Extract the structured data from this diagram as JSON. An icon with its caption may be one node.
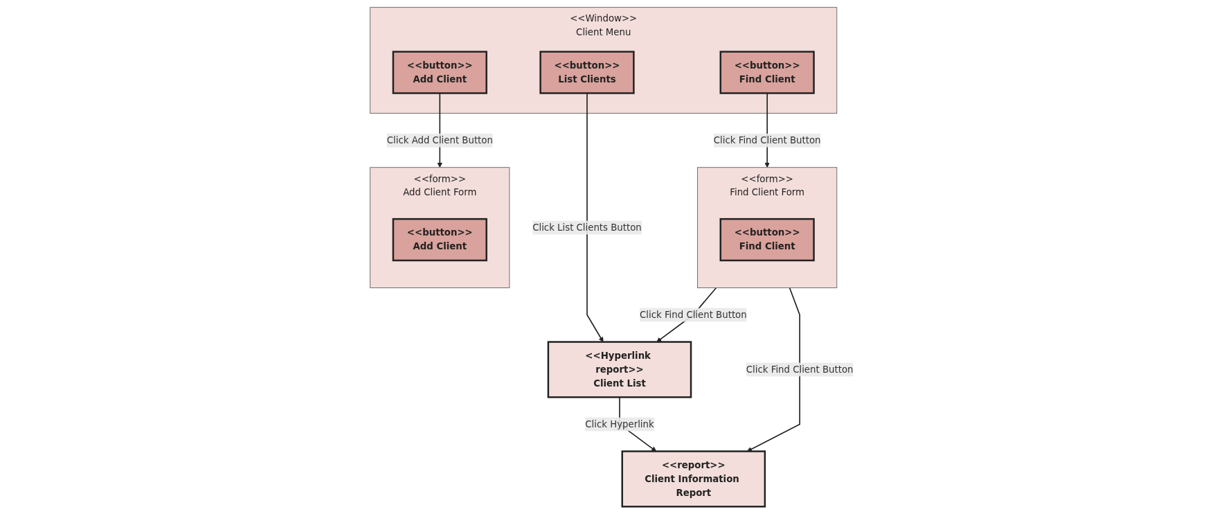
{
  "diagram": {
    "nodes": [
      {
        "text": [
          "<<Window>>",
          "Client Menu"
        ]
      },
      {
        "text": [
          "<<button>>",
          "Add Client"
        ],
        "in": 0
      },
      {
        "text": [
          "<<button>>",
          "Find Client"
        ],
        "in": 0
      },
      {
        "text": [
          "<<button>>",
          "List Clients"
        ],
        "in": 0
      },
      {
        "text": [
          "<<form>>",
          "Find Client Form"
        ]
      },
      {
        "text": [
          "<<button>>",
          "Find Client"
        ],
        "in": 4
      },
      {
        "text": [
          "<<form>>",
          "Add Client Form"
        ]
      },
      {
        "text": [
          "<<button>>",
          "Add Client"
        ],
        "in": 6
      },
      {
        "text": [
          "<<report>>",
          "Client Information Report"
        ]
      },
      {
        "text": [
          "<<Hyperlink report>>",
          "Client List"
        ]
      }
    ],
    "edges": [
      {
        "from": 2,
        "to": 4,
        "arrow": "to",
        "label": "Click Find Client Button"
      },
      {
        "from": 1,
        "to": 6,
        "arrow": "to",
        "label": "Click Add Client Button"
      },
      {
        "from": 3,
        "to": 9,
        "arrow": "to",
        "label": "Click List Clients Button"
      },
      {
        "from": 4,
        "to": 8,
        "arrow": "to",
        "label": "Click Find Client Button"
      },
      {
        "from": 4,
        "to": 9,
        "arrow": "to",
        "label": "Click Find Client Button"
      },
      {
        "from": 9,
        "to": 8,
        "arrow": "to",
        "label": "Click Hyperlink"
      }
    ]
  }
}
